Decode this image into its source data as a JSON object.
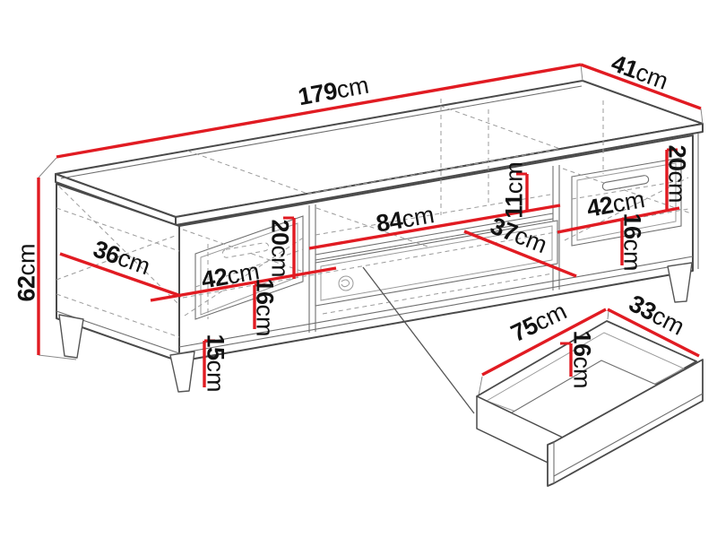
{
  "diagram": {
    "type": "furniture-dimension-diagram",
    "subject": "TV stand isometric line drawing with exploded drawer box",
    "unit": "cm",
    "colors": {
      "dimension_accent": "#e11b22",
      "outline": "#4a4a4a",
      "hidden_edge": "#9b9b9b",
      "label_text": "#121212",
      "background": "#ffffff"
    },
    "dimensions": {
      "overall_width": "179cm",
      "overall_depth": "41cm",
      "overall_height": "62cm",
      "left_inner_depth": "36cm",
      "left_section_width": "42cm",
      "left_opening_height": "20cm",
      "left_drawer_height": "16cm",
      "leg_height": "15cm",
      "middle_section_width": "84cm",
      "middle_shelf_height": "11cm",
      "middle_inner_depth": "37cm",
      "right_opening_height": "20cm",
      "right_section_width": "42cm",
      "right_drawer_height": "16cm",
      "drawer_box_width": "75cm",
      "drawer_box_depth": "33cm",
      "drawer_box_height": "16cm"
    },
    "labels": [
      {
        "id": "overall-width",
        "value": "179",
        "unit": "cm"
      },
      {
        "id": "overall-depth",
        "value": "41",
        "unit": "cm"
      },
      {
        "id": "overall-height",
        "value": "62",
        "unit": "cm"
      },
      {
        "id": "left-inner-depth",
        "value": "36",
        "unit": "cm"
      },
      {
        "id": "left-section-width",
        "value": "42",
        "unit": "cm"
      },
      {
        "id": "left-opening-height",
        "value": "20",
        "unit": "cm"
      },
      {
        "id": "left-drawer-height",
        "value": "16",
        "unit": "cm"
      },
      {
        "id": "leg-height",
        "value": "15",
        "unit": "cm"
      },
      {
        "id": "middle-section-width",
        "value": "84",
        "unit": "cm"
      },
      {
        "id": "middle-shelf-height",
        "value": "11",
        "unit": "cm"
      },
      {
        "id": "middle-inner-depth",
        "value": "37",
        "unit": "cm"
      },
      {
        "id": "right-opening-height",
        "value": "20",
        "unit": "cm"
      },
      {
        "id": "right-section-width",
        "value": "42",
        "unit": "cm"
      },
      {
        "id": "right-drawer-height",
        "value": "16",
        "unit": "cm"
      },
      {
        "id": "drawer-box-width",
        "value": "75",
        "unit": "cm"
      },
      {
        "id": "drawer-box-depth",
        "value": "33",
        "unit": "cm"
      },
      {
        "id": "drawer-box-height",
        "value": "16",
        "unit": "cm"
      }
    ]
  }
}
